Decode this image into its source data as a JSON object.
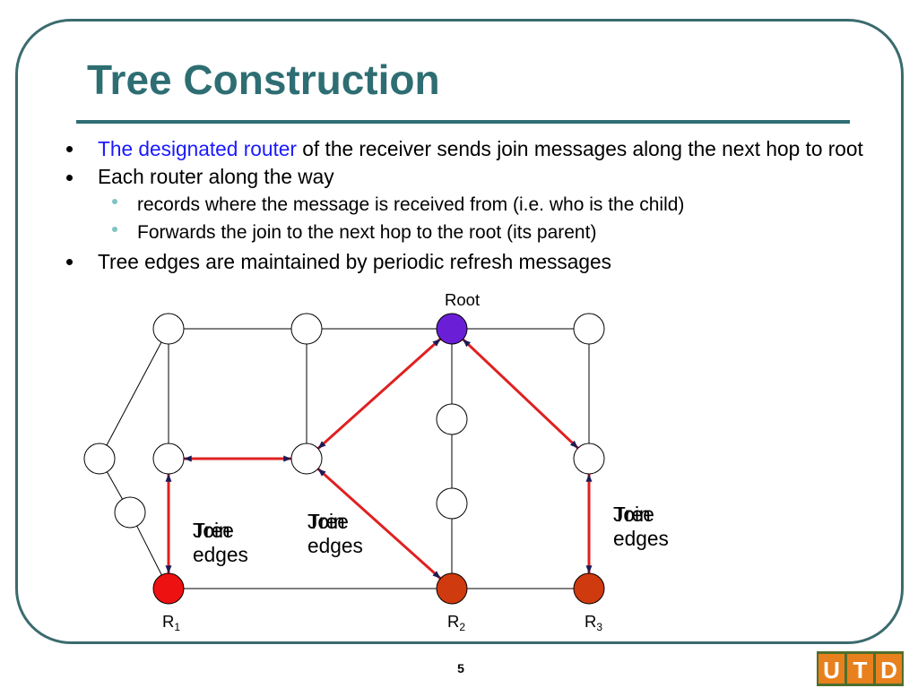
{
  "slide": {
    "title": "Tree Construction",
    "page_number": "5",
    "colors": {
      "title": "#2e6e73",
      "link_text": "#1a1aff",
      "sub_bullet": "#7fc4c4"
    }
  },
  "content": {
    "bullet1": {
      "link": "The designated router",
      "rest": "of the receiver sends join messages along the next hop to root"
    },
    "bullet2": "Each router along the way",
    "sub1": "records where the message is received from (i.e. who is the child)",
    "sub2": "Forwards the join to the next hop to the root (its parent)",
    "bullet3": "Tree edges are maintained by periodic refresh messages"
  },
  "diagram": {
    "root_label": "Root",
    "receivers": [
      {
        "letter": "R",
        "sub": "1"
      },
      {
        "letter": "R",
        "sub": "2"
      },
      {
        "letter": "R",
        "sub": "3"
      }
    ],
    "edge_labels": [
      {
        "join": "Join",
        "tree": "Tree",
        "edges": "edges"
      },
      {
        "join": "Join",
        "tree": "Tree",
        "edges": "edges"
      },
      {
        "join": "Join",
        "tree": "Tree",
        "edges": "edges"
      }
    ],
    "colors": {
      "root": "#6a1fd6",
      "r1": "#ee1111",
      "receiver": "#cf3a0e",
      "router": "#ffffff",
      "join_edge": "#e02020",
      "arrow_tip": "#1b1b55",
      "link_line": "#000000"
    }
  },
  "logo": {
    "letters": [
      "U",
      "T",
      "D"
    ],
    "colors": {
      "cell": "#e8801e",
      "border": "#4e6e2e",
      "letter": "#ffffff"
    }
  }
}
